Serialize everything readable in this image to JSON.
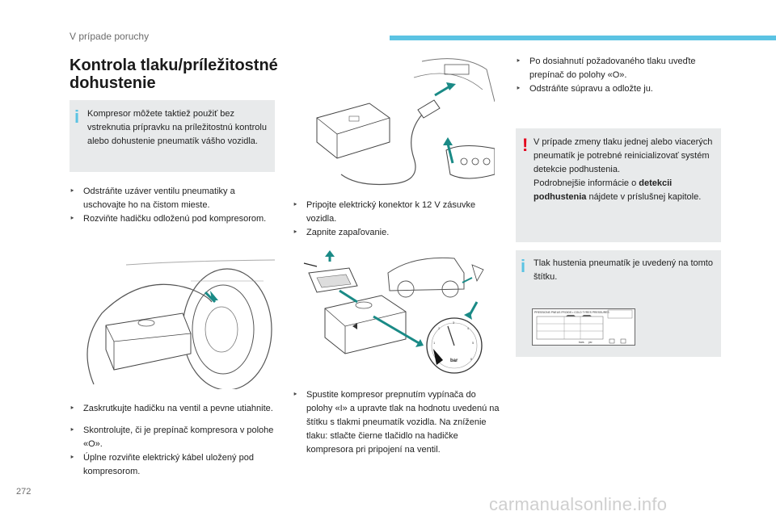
{
  "header": {
    "section": "V prípade poruchy",
    "accent_color": "#5bc3e3"
  },
  "title": "Kontrola tlaku/príležitostné dohustenie",
  "info_note_1": {
    "icon": "info-icon",
    "text": "Kompresor môžete taktiež použiť bez vstreknutia prípravku na príležitostnú kontrolu alebo dohustenie pneumatík vášho vozidla."
  },
  "col1": {
    "steps_a": [
      "Odstráňte uzáver ventilu pneumatiky a uschovajte ho na čistom mieste.",
      "Rozviňte hadičku odloženú pod kompresorom."
    ],
    "step_b": "Zaskrutkujte hadičku na ventil a pevne utiahnite.",
    "steps_c": [
      "Skontrolujte, či je prepínač kompresora v polohe «O».",
      "Úplne rozviňte elektrický kábel uložený pod kompresorom."
    ]
  },
  "col2": {
    "steps_a": [
      "Pripojte elektrický konektor k 12 V zásuvke vozidla.",
      "Zapnite zapaľovanie."
    ],
    "step_b": "Spustite kompresor prepnutím vypínača do polohy «I» a upravte tlak na hodnotu uvedenú na štítku s tlakmi pneumatík vozidla. Na zníženie tlaku: stlačte čierne tlačidlo na hadičke kompresora pri pripojení na ventil.",
    "gauge_label": "bar",
    "gauge_ticks": [
      "1",
      "2",
      "3",
      "4",
      "5",
      "6"
    ]
  },
  "col3": {
    "steps": [
      "Po dosiahnutí požadovaného tlaku uveďte prepínač do polohy «O».",
      "Odstráňte súpravu a odložte ju."
    ],
    "warning_note": {
      "icon": "warning-icon",
      "line1": "V prípade zmeny tlaku jednej alebo viacerých pneumatík je potrebné reinicializovať systém detekcie podhustenia.",
      "line2_prefix": "Podrobnejšie informácie o ",
      "line2_bold": "detekcii podhustenia",
      "line2_suffix": " nájdete v príslušnej kapitole."
    },
    "info_note_2": {
      "icon": "info-icon",
      "text": "Tlak hustenia pneumatík je uvedený na tomto štítku."
    },
    "tire_label_header": "PRESSIONS PNEUS FROIDS • COLD TYRES PRESSURES",
    "tire_label_unit": "bars",
    "tire_label_psi": "psi"
  },
  "page_number": "272",
  "watermark": "carmanualsonline.info"
}
